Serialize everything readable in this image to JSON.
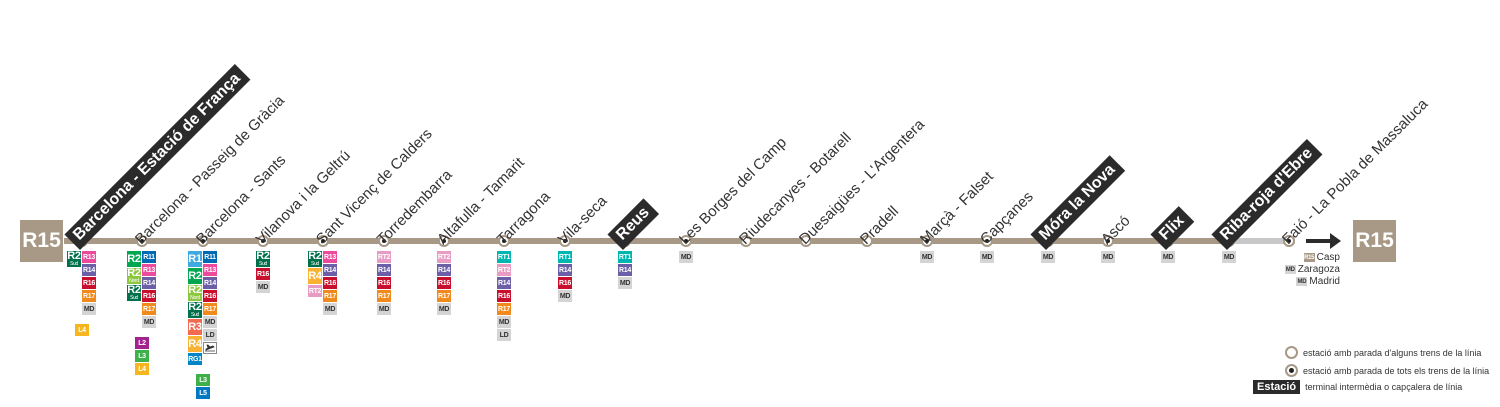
{
  "line": "R15",
  "colors": {
    "R1": "#3fa9e0",
    "R2": "#00a650",
    "R2 Nord": "#8dc63f",
    "R2 Sud": "#00704a",
    "R3": "#f26a4f",
    "R4": "#f9b233",
    "R11": "#0069b4",
    "R13": "#ec4a9c",
    "R14": "#6c5fa8",
    "R16": "#c8102e",
    "R17": "#f08a1c",
    "MD": "#d4d4d4",
    "LD": "#d4d4d4",
    "RG1": "#0085c8",
    "RT1": "#00b6b0",
    "RT2": "#e99cc3",
    "L2": "#a3238e",
    "L3": "#3eb049",
    "L4": "#f7b51e",
    "L5": "#0079c2",
    "track": "#a89886"
  },
  "stations": [
    {
      "name": "Barcelona - Estació de França",
      "stop": "all",
      "terminal": true,
      "left": [
        "R2 Sud"
      ],
      "right": [
        "R13",
        "R14",
        "R16",
        "R17",
        "MD"
      ],
      "extras": [
        "L4"
      ]
    },
    {
      "name": "Barcelona - Passeig de Gràcia",
      "stop": "all",
      "terminal": false,
      "left": [
        "R2",
        "R2 Nord",
        "R2 Sud"
      ],
      "right": [
        "R11",
        "R13",
        "R14",
        "R16",
        "R17",
        "MD"
      ],
      "extras": [
        "L2",
        "L3",
        "L4"
      ]
    },
    {
      "name": "Barcelona - Sants",
      "stop": "all",
      "terminal": false,
      "left": [
        "R1",
        "R2",
        "R2 Nord",
        "R2 Sud",
        "R3",
        "R4",
        "RG1"
      ],
      "right": [
        "R11",
        "R13",
        "R14",
        "R16",
        "R17",
        "MD",
        "LD",
        "airport"
      ],
      "extras": [
        "L3",
        "L5"
      ]
    },
    {
      "name": "Vilanova i la Geltrú",
      "stop": "all",
      "terminal": false,
      "left": [],
      "right": [
        "R2 Sud",
        "R16",
        "MD"
      ],
      "extras": []
    },
    {
      "name": "Sant Vicenç de Calders",
      "stop": "all",
      "terminal": false,
      "left": [
        "R2 Sud",
        "R4",
        "RT2"
      ],
      "right": [
        "R13",
        "R14",
        "R16",
        "R17",
        "MD"
      ],
      "extras": []
    },
    {
      "name": "Torredembarra",
      "stop": "all",
      "terminal": false,
      "left": [],
      "right": [
        "RT2",
        "R14",
        "R16",
        "R17",
        "MD"
      ],
      "extras": []
    },
    {
      "name": "Altafulla - Tamarit",
      "stop": "all",
      "terminal": false,
      "left": [],
      "right": [
        "RT2",
        "R14",
        "R16",
        "R17",
        "MD"
      ],
      "extras": []
    },
    {
      "name": "Tarragona",
      "stop": "all",
      "terminal": false,
      "left": [],
      "right": [
        "RT1",
        "RT2",
        "R14",
        "R16",
        "R17",
        "MD",
        "LD"
      ],
      "extras": []
    },
    {
      "name": "Vila-seca",
      "stop": "all",
      "terminal": false,
      "left": [],
      "right": [
        "RT1",
        "R14",
        "R16",
        "MD"
      ],
      "extras": []
    },
    {
      "name": "Reus",
      "stop": "all",
      "terminal": true,
      "left": [],
      "right": [
        "RT1",
        "R14",
        "MD"
      ],
      "extras": []
    },
    {
      "name": "Les Borges del Camp",
      "stop": "all",
      "terminal": false,
      "left": [],
      "right": [
        "MD"
      ],
      "extras": []
    },
    {
      "name": "Riudecanyes - Botarell",
      "stop": "some",
      "terminal": false,
      "left": [],
      "right": [],
      "extras": []
    },
    {
      "name": "Duesaigües - L'Argentera",
      "stop": "some",
      "terminal": false,
      "left": [],
      "right": [],
      "extras": []
    },
    {
      "name": "Pradell",
      "stop": "some",
      "terminal": false,
      "left": [],
      "right": [],
      "extras": []
    },
    {
      "name": "Marçà - Falset",
      "stop": "all",
      "terminal": false,
      "left": [],
      "right": [
        "MD"
      ],
      "extras": []
    },
    {
      "name": "Capçanes",
      "stop": "all",
      "terminal": false,
      "left": [],
      "right": [
        "MD"
      ],
      "extras": []
    },
    {
      "name": "Móra la Nova",
      "stop": "all",
      "terminal": true,
      "left": [],
      "right": [
        "MD"
      ],
      "extras": []
    },
    {
      "name": "Ascó",
      "stop": "all",
      "terminal": false,
      "left": [],
      "right": [
        "MD"
      ],
      "extras": []
    },
    {
      "name": "Flix",
      "stop": "all",
      "terminal": true,
      "left": [],
      "right": [
        "MD"
      ],
      "extras": []
    },
    {
      "name": "Riba-roja d'Ebre",
      "stop": "all",
      "terminal": true,
      "left": [],
      "right": [
        "MD"
      ],
      "extras": []
    },
    {
      "name": "Faió - La Pobla de Massaluca",
      "stop": "all",
      "terminal": false,
      "left": [],
      "right": [],
      "extras": []
    }
  ],
  "destinations": [
    {
      "badge": "R15",
      "name": "Casp"
    },
    {
      "badge": "MD",
      "name": "Zaragoza"
    },
    {
      "badge": "MD",
      "name": "Madrid"
    }
  ],
  "legend": {
    "some": "estació amb parada d'alguns trens de la línia",
    "all": "estació amb parada de tots els trens de la línia",
    "terminal_box": "Estació",
    "terminal": "terminal intermèdia o capçalera de línia"
  }
}
